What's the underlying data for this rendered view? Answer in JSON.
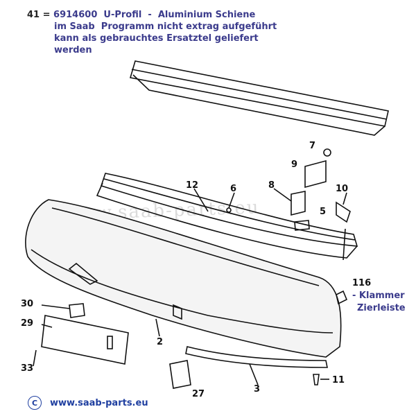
{
  "note": {
    "part_number": "41 =",
    "lines": [
      "6914600  U-Profil  -  Aluminium Schiene",
      "im Saab  Programm nicht extrag aufgeführt",
      "kann als gebrauchtes Ersatztel geliefert",
      "werden"
    ]
  },
  "labels": {
    "l7": "7",
    "l9": "9",
    "l12": "12",
    "l6": "6",
    "l8": "8",
    "l10": "10",
    "l5": "5",
    "l116": "116",
    "l116a": "- Klammer",
    "l116b": "Zierleiste",
    "l30": "30",
    "l29": "29",
    "l2": "2",
    "l33": "33",
    "l27": "27",
    "l3": "3",
    "l11": "11"
  },
  "watermark": "www.saab-parts.eu",
  "footer": {
    "copyright": "C",
    "url": "www.saab-parts.eu"
  }
}
